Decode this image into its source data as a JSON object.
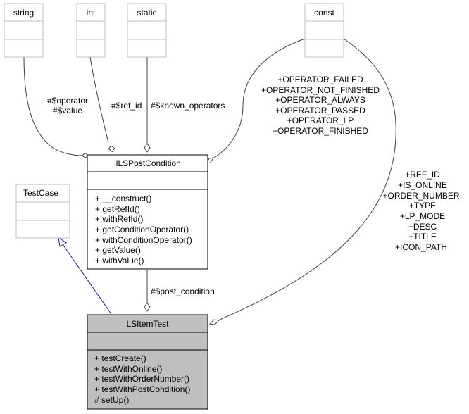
{
  "classes": {
    "string": {
      "name": "string"
    },
    "int": {
      "name": "int"
    },
    "static": {
      "name": "static"
    },
    "const": {
      "name": "const"
    },
    "testcase": {
      "name": "TestCase"
    },
    "postcondition": {
      "name": "ilLSPostCondition",
      "methods": [
        "+ __construct()",
        "+ getRefId()",
        "+ withRefId()",
        "+ getConditionOperator()",
        "+ withConditionOperator()",
        "+ getValue()",
        "+ withValue()"
      ]
    },
    "itemtest": {
      "name": "LSItemTest",
      "methods": [
        "+ testCreate()",
        "+ testWithOnline()",
        "+ testWithOrderNumber()",
        "+ testWithPostCondition()",
        "# setUp()"
      ]
    }
  },
  "edge_labels": {
    "string_to_postcondition": [
      "#$operator",
      "#$value"
    ],
    "int_to_postcondition": [
      "#$ref_id"
    ],
    "static_to_postcondition": [
      "#$known_operators"
    ],
    "const_to_postcondition": [
      "+OPERATOR_FAILED",
      "+OPERATOR_NOT_FINISHED",
      "+OPERATOR_ALWAYS",
      "+OPERATOR_PASSED",
      "+OPERATOR_LP",
      "+OPERATOR_FINISHED"
    ],
    "postcondition_to_itemtest": [
      "#$post_condition"
    ],
    "const_to_itemtest": [
      "+REF_ID",
      "+IS_ONLINE",
      "+ORDER_NUMBER",
      "+TYPE",
      "+LP_MODE",
      "+DESC",
      "+TITLE",
      "+ICON_PATH"
    ]
  },
  "colors": {
    "focus_fill": "#bfbfbf",
    "ghost_border": "#bfbfbf",
    "usage_edge": "#404040",
    "inherit_edge": "#191970"
  }
}
